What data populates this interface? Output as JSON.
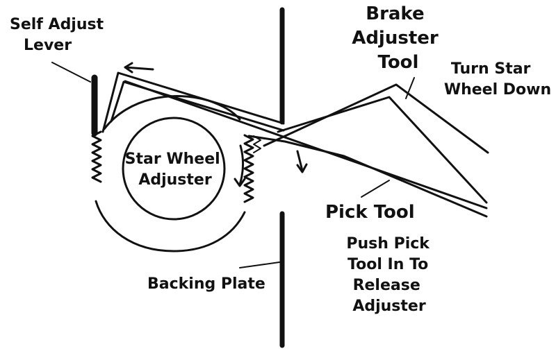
{
  "labels": {
    "self_adjust_lever": [
      "Self Adjust",
      "Lever"
    ],
    "brake_adjuster_tool": [
      "Brake",
      "Adjuster",
      "Tool"
    ],
    "turn_star_wheel": [
      "Turn Star",
      "Wheel Down"
    ],
    "star_wheel_adjuster": [
      "Star Wheel",
      "Adjuster"
    ],
    "pick_tool": "Pick Tool",
    "push_pick_tool": [
      "Push Pick",
      "Tool In To",
      "Release",
      "Adjuster"
    ],
    "backing_plate": "Backing Plate"
  },
  "colors": {
    "ink": "#111111",
    "background": "#ffffff"
  }
}
